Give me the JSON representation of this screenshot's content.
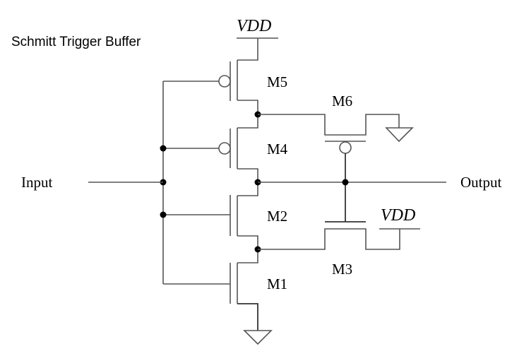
{
  "title": "Schmitt Trigger Buffer",
  "labels": {
    "input": "Input",
    "output": "Output",
    "vdd_top": "VDD",
    "vdd_m3": "VDD"
  },
  "transistors": [
    {
      "id": "M1",
      "label": "M1",
      "type": "nmos"
    },
    {
      "id": "M2",
      "label": "M2",
      "type": "nmos"
    },
    {
      "id": "M3",
      "label": "M3",
      "type": "nmos"
    },
    {
      "id": "M4",
      "label": "M4",
      "type": "pmos"
    },
    {
      "id": "M5",
      "label": "M5",
      "type": "pmos"
    },
    {
      "id": "M6",
      "label": "M6",
      "type": "pmos"
    }
  ],
  "colors": {
    "wire": "#555555",
    "text": "#000000",
    "background": "#ffffff"
  }
}
